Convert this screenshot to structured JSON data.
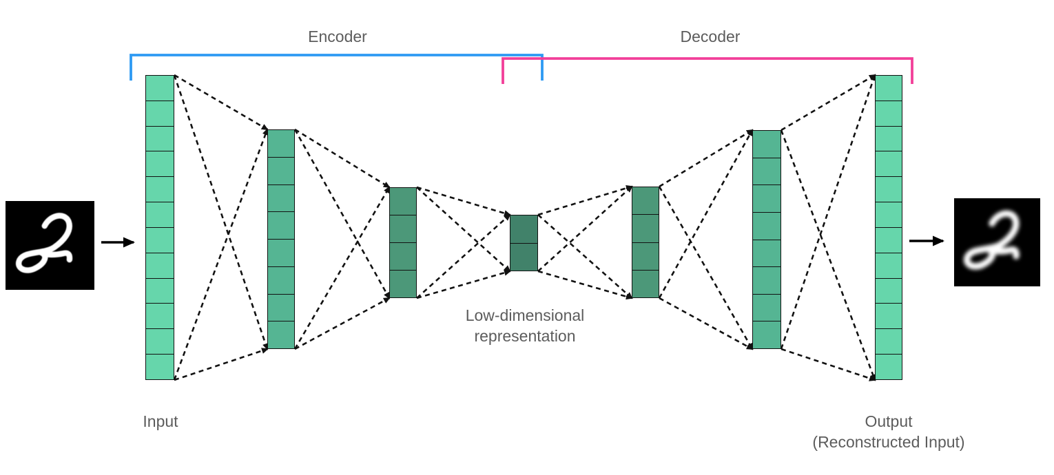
{
  "encoder": {
    "label": "Encoder",
    "bracket_color": "#2e9af3"
  },
  "decoder": {
    "label": "Decoder",
    "bracket_color": "#f23f99"
  },
  "input_label": "Input",
  "output_label": {
    "line1": "Output",
    "line2": "(Reconstructed Input)"
  },
  "bottleneck_label": {
    "line1": "Low-dimensional",
    "line2": "representation"
  },
  "layers": [
    {
      "id": "input-layer",
      "role": "input",
      "units": 12,
      "color": "#66d6ab"
    },
    {
      "id": "encoder-hidden-1",
      "role": "encoder",
      "units": 8,
      "color": "#55b593"
    },
    {
      "id": "encoder-hidden-2",
      "role": "encoder",
      "units": 4,
      "color": "#4c9879"
    },
    {
      "id": "latent-layer",
      "role": "bottleneck",
      "units": 2,
      "color": "#41826a"
    },
    {
      "id": "decoder-hidden-1",
      "role": "decoder",
      "units": 4,
      "color": "#4c9879"
    },
    {
      "id": "decoder-hidden-2",
      "role": "decoder",
      "units": 8,
      "color": "#55b593"
    },
    {
      "id": "output-layer",
      "role": "output",
      "units": 12,
      "color": "#66d6ab"
    }
  ],
  "images": {
    "input_digit": "2",
    "output_digit": "2",
    "background": "#000000",
    "digit_color": "#ffffff"
  },
  "icons": {
    "flow_arrow": "arrow-right"
  },
  "colors": {
    "connection": "#121212",
    "label_text": "#5c5c5c",
    "cell_border": "#111111"
  }
}
